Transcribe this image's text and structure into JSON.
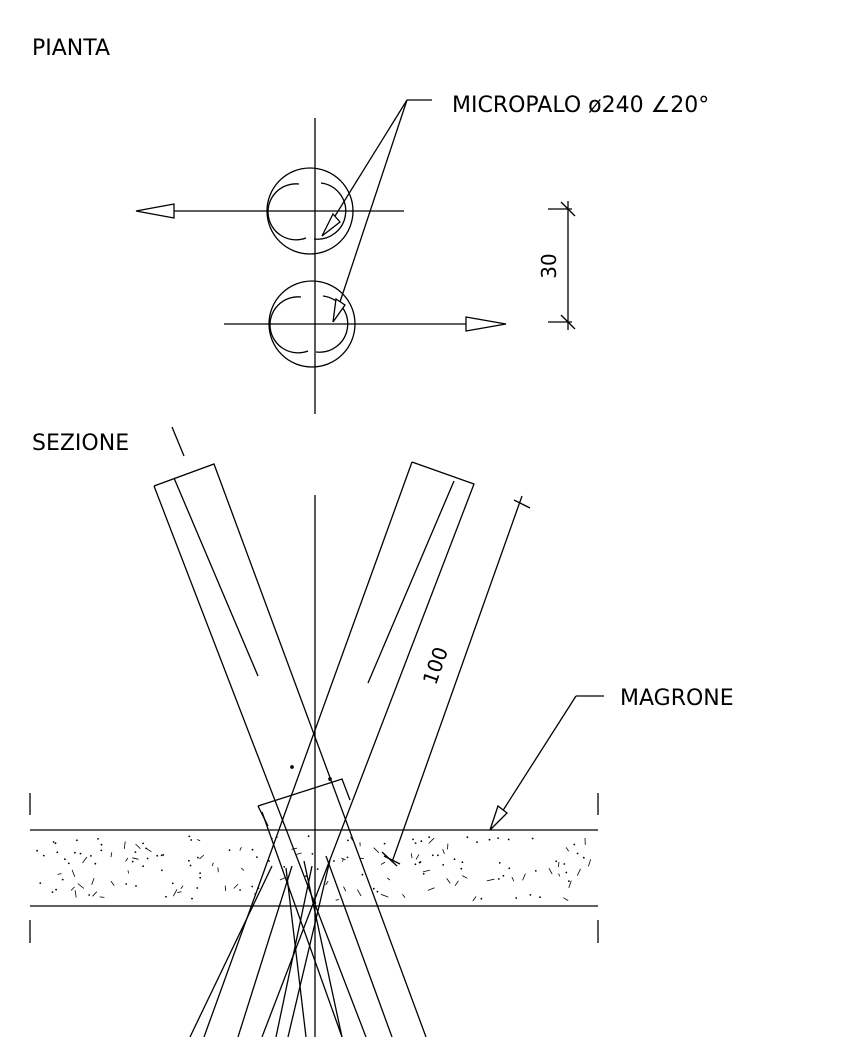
{
  "labels": {
    "plan_title": "PIANTA",
    "section_title": "SEZIONE",
    "micropile_callout": "MICROPALO ø240 ∠20°",
    "lean_concrete_callout": "MAGRONE",
    "dim_pile_spacing": "30",
    "dim_pile_width": "100"
  },
  "colors": {
    "line": "#000000",
    "background": "#ffffff"
  }
}
